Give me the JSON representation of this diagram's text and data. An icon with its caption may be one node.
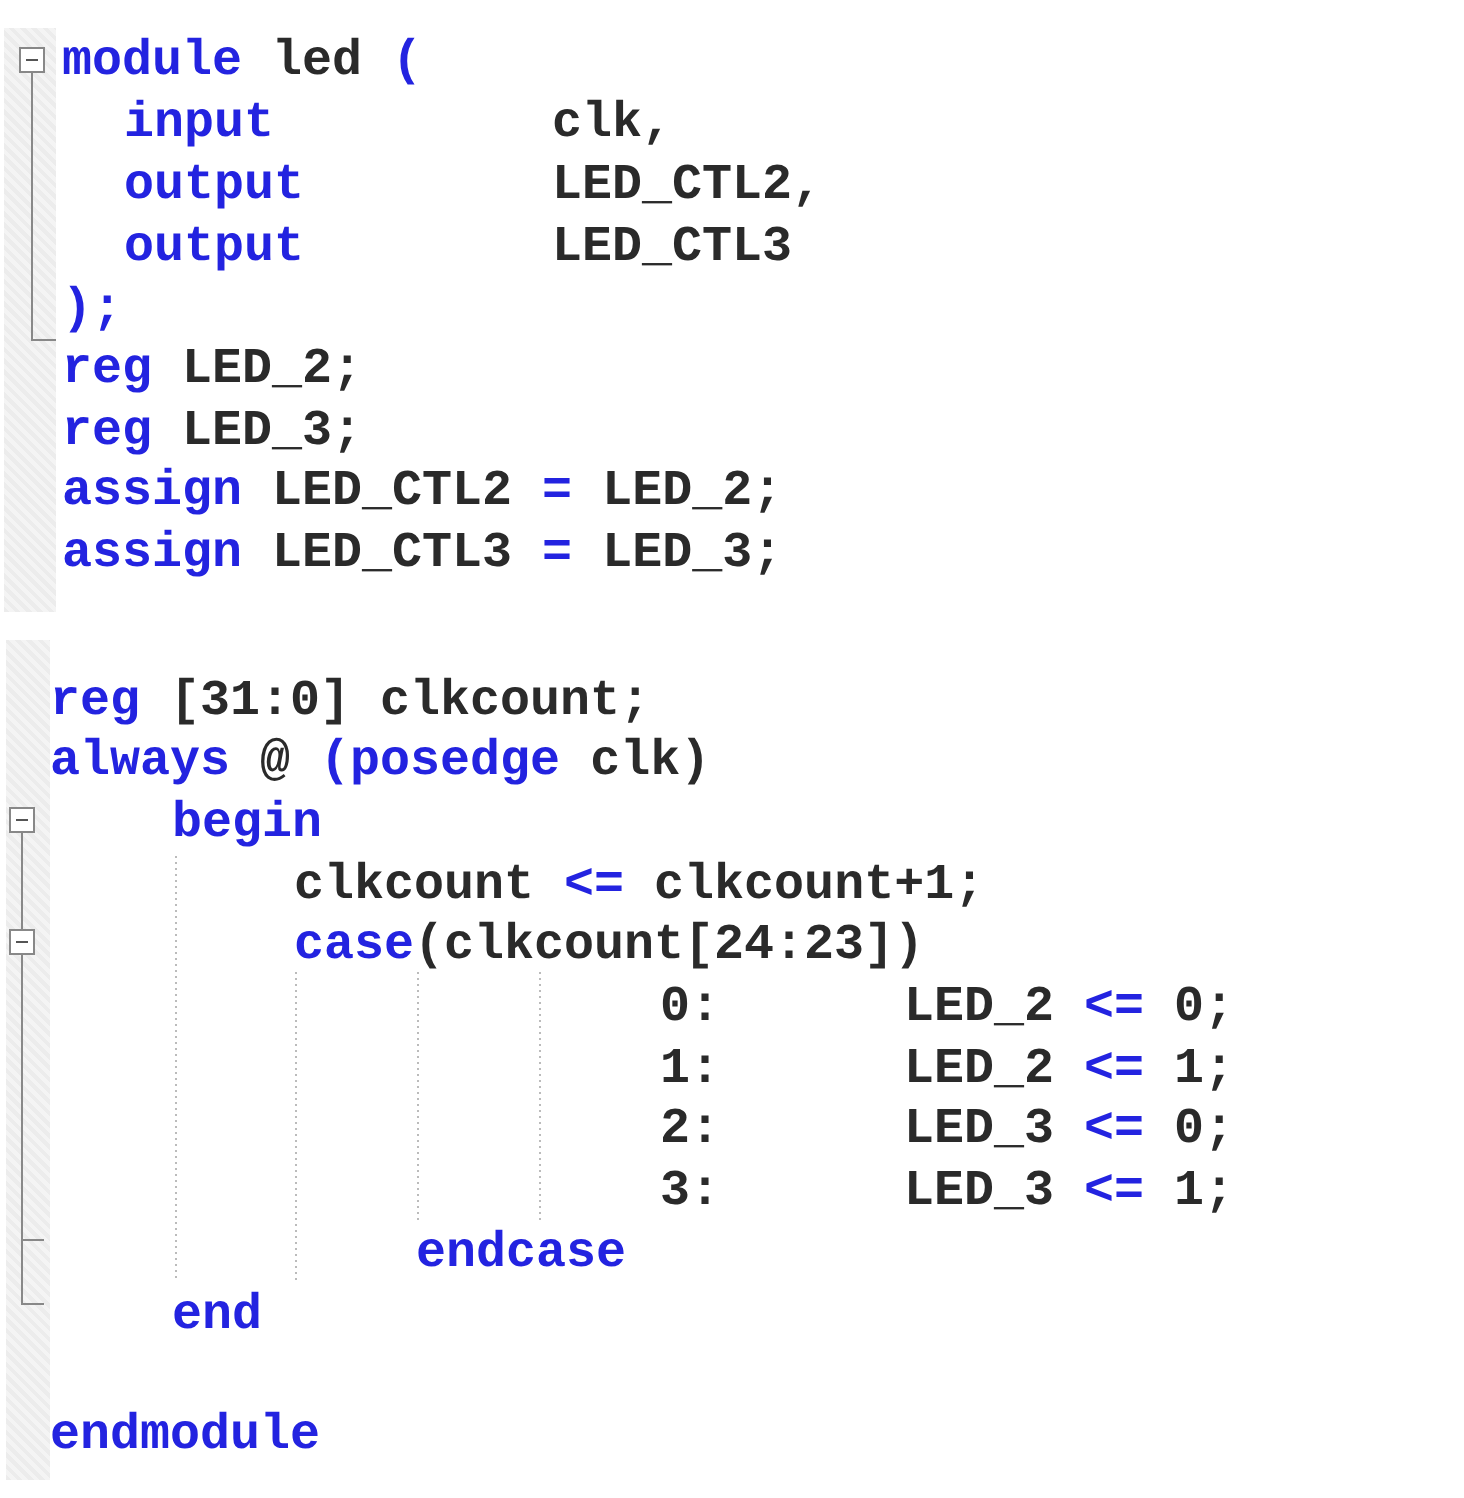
{
  "diagram": {
    "labels": [
      "**module** led **(**",
      "input",
      "clk,",
      "output",
      "LED_CTL2,",
      "output",
      "LED_CTL3",
      ");",
      "**reg** LED_2;",
      "**reg** LED_3;",
      "**assign** LED_CTL2 **=** LED_2;",
      "**assign** LED_CTL3 **=** LED_3;",
      "**reg** [31:0] clkcount;",
      "**always** @ **(posedge** clk)",
      "begin",
      "clkcount **<=** clkcount+1;",
      "**case**(clkcount[24:23])",
      "0:",
      "LED_2 **<=** 0;",
      "1:",
      "LED_2 **<=** 1;",
      "2:",
      "LED_3 **<=** 0;",
      "3:",
      "LED_3 **<=** 1;",
      "endcase",
      "end",
      "endmodule"
    ]
  }
}
